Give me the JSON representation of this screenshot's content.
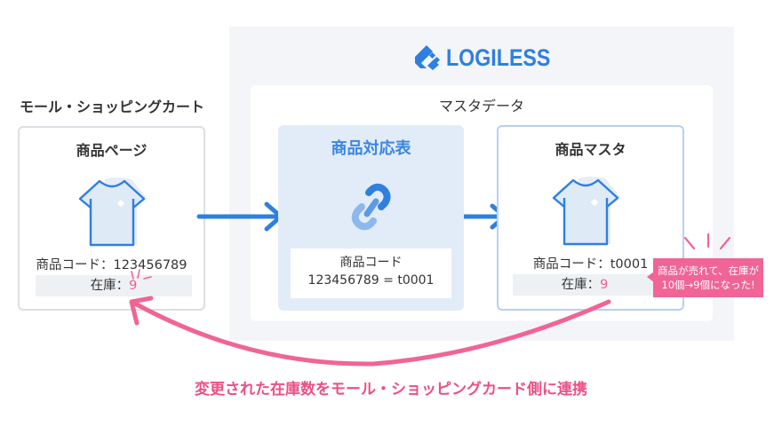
{
  "brand": {
    "name": "LOGILESS",
    "color": "#2f7fe0",
    "icon": "logiless-logo-icon"
  },
  "mall": {
    "section_title": "モール・ショッピングカート",
    "card_title": "商品ページ",
    "code_label": "商品コード：123456789",
    "stock_label": "在庫：",
    "stock_value": "9",
    "icon": "tshirt-icon"
  },
  "master_data": {
    "section_title": "マスタデータ",
    "mapping": {
      "title": "商品対応表",
      "icon": "link-icon",
      "code_label": "商品コード",
      "code_mapping": "123456789 = t0001"
    },
    "product_master": {
      "title": "商品マスタ",
      "code_label": "商品コード：t0001",
      "stock_label": "在庫：",
      "stock_value": "9",
      "icon": "tshirt-icon"
    }
  },
  "callout": {
    "line1": "商品が売れて、在庫が",
    "line2": "10個→9個になった!"
  },
  "caption": "変更された在庫数をモール・ショッピングカード側に連携",
  "colors": {
    "accent_blue": "#3a86e6",
    "accent_pink": "#f06595",
    "panel_bg": "#f3f5f8",
    "mapping_bg": "#e2ecf8"
  }
}
